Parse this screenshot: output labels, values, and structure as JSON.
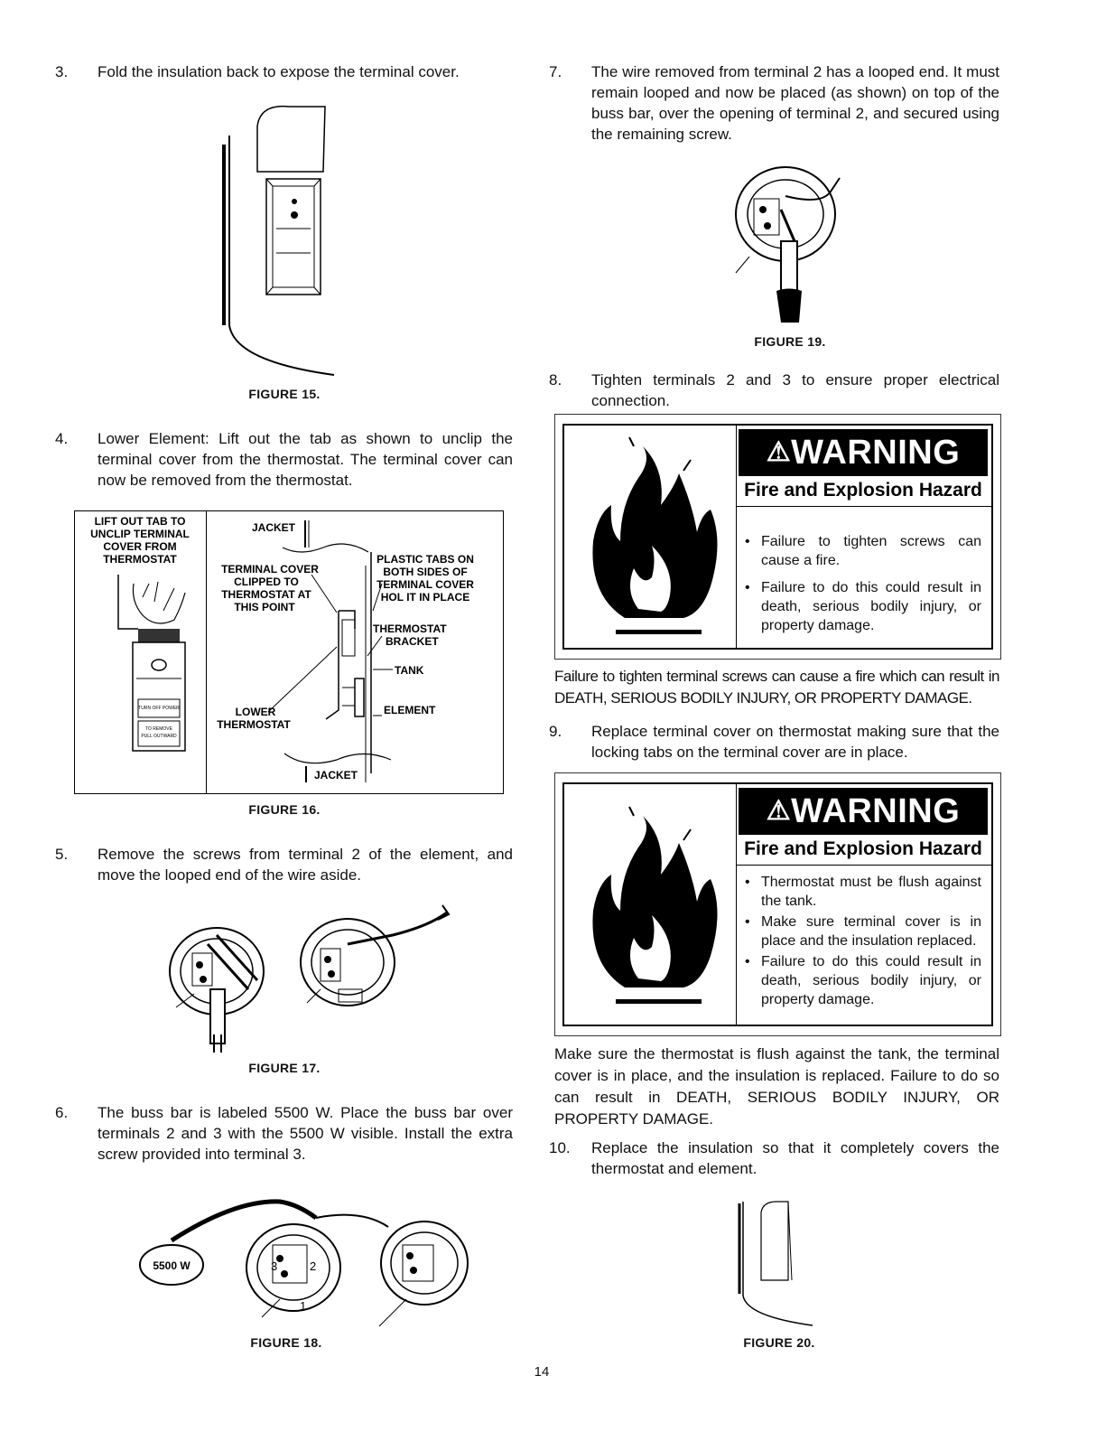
{
  "left": {
    "step3": {
      "num": "3.",
      "text": "Fold the insulation back to expose the terminal cover."
    },
    "fig15": "FIGURE 15.",
    "step4": {
      "num": "4.",
      "text": "Lower Element: Lift out the tab as shown to unclip the terminal cover from the thermostat. The terminal cover can now be removed from the thermostat."
    },
    "fig16_labels": {
      "lift_1": "LIFT OUT TAB TO",
      "lift_2": "UNCLIP TERMINAL",
      "lift_3": "COVER FROM",
      "lift_4": "THERMOSTAT",
      "jacket_top": "JACKET",
      "tc_1": "TERMINAL COVER",
      "tc_2": "CLIPPED TO",
      "tc_3": "THERMOSTAT AT",
      "tc_4": "THIS POINT",
      "pt_1": "PLASTIC TABS ON",
      "pt_2": "BOTH SIDES OF",
      "pt_3": "TERMINAL COVER",
      "pt_4": "HOL IT IN PLACE",
      "tb_1": "THERMOSTAT",
      "tb_2": "BRACKET",
      "tank": "TANK",
      "element": "ELEMENT",
      "lt_1": "LOWER",
      "lt_2": "THERMOSTAT",
      "jacket_bottom": "JACKET"
    },
    "fig16": "FIGURE 16.",
    "step5": {
      "num": "5.",
      "text": "Remove the screws from terminal 2 of the element, and move the looped end of the wire aside."
    },
    "fig17": "FIGURE 17.",
    "step6": {
      "num": "6.",
      "text": "The buss bar is labeled 5500 W. Place the buss bar over terminals 2 and 3 with the 5500 W visible. Install the extra screw provided into terminal 3."
    },
    "fig18_label": "5500 W",
    "fig18_t2": "2",
    "fig18_t3": "3",
    "fig18_t1": "1",
    "fig18": "FIGURE 18."
  },
  "right": {
    "step7": {
      "num": "7.",
      "text": "The wire removed from terminal 2 has a looped end. It must remain looped and now be placed (as shown) on top of the buss bar, over the opening of terminal 2, and secured using the remaining screw."
    },
    "fig19": "FIGURE 19.",
    "step8": {
      "num": "8.",
      "text": "Tighten terminals 2 and 3 to ensure proper electrical connection."
    },
    "warning1": {
      "header": "WARNING",
      "sub": "Fire and Explosion Hazard",
      "items": [
        "Failure to tighten screws can cause a fire.",
        "Failure to do this could result in death, serious bodily injury, or property damage."
      ]
    },
    "note1": "Failure to tighten terminal screws can cause a fire which can result in DEATH, SERIOUS BODILY INJURY, OR PROPERTY DAMAGE.",
    "step9": {
      "num": "9.",
      "text": "Replace terminal cover on thermostat making sure that the locking tabs on the terminal cover are in place."
    },
    "warning2": {
      "header": "WARNING",
      "sub": "Fire and Explosion Hazard",
      "items": [
        "Thermostat must be flush against the tank.",
        "Make sure terminal cover is in place and the insulation replaced.",
        "Failure to do this could result in death, serious bodily injury, or property damage."
      ]
    },
    "note2": "Make sure the thermostat is flush against the tank, the terminal cover is in place, and the insulation is replaced. Failure to do so can result in DEATH, SERIOUS BODILY INJURY, OR PROPERTY DAMAGE.",
    "step10": {
      "num": "10.",
      "text": "Replace the insulation so that it completely covers the thermostat and element."
    },
    "fig20": "FIGURE 20."
  },
  "page_number": "14",
  "icons": {
    "warning": "warning-triangle-icon",
    "fire": "fire-icon"
  }
}
